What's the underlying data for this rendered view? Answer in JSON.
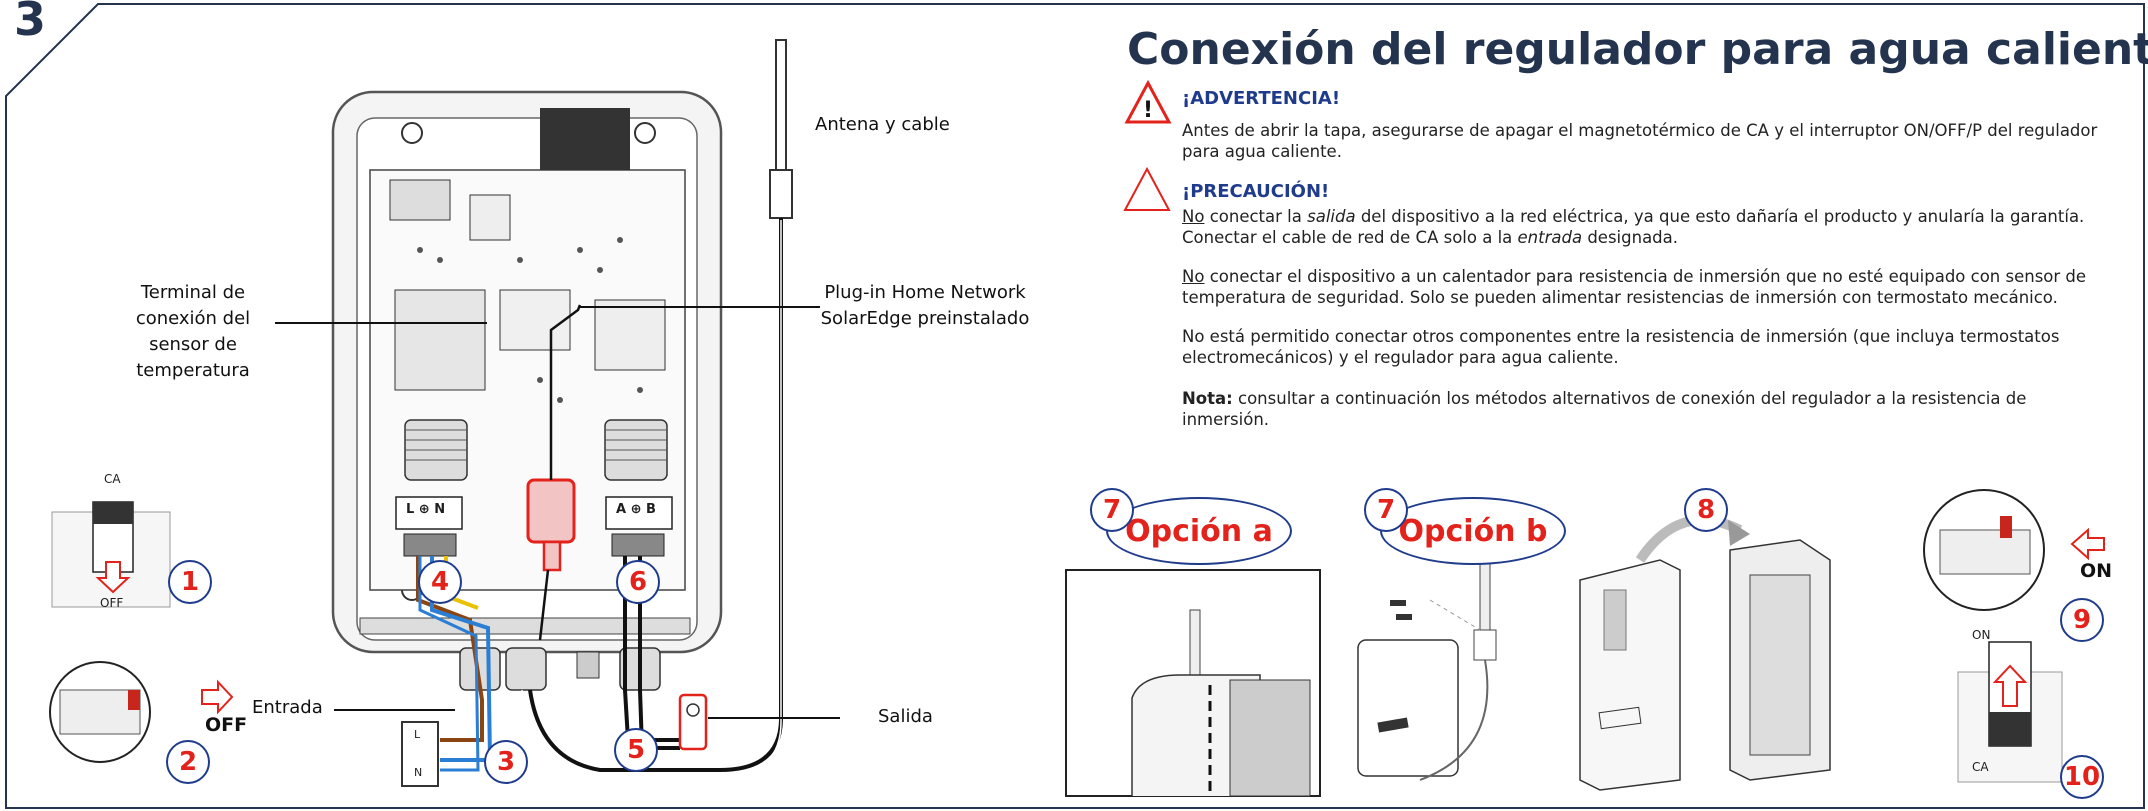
{
  "figure_number": "3",
  "title": "Conexión del regulador para agua caliente",
  "warning": {
    "heading": "¡ADVERTENCIA!",
    "text": "Antes de abrir la tapa, asegurarse de apagar el magnetotérmico de CA y el interruptor ON/OFF/P del regulador para agua caliente."
  },
  "caution": {
    "heading": "¡PRECAUCIÓN!",
    "p1_no": "No",
    "p1_a": " conectar la ",
    "p1_salida": "salida",
    "p1_b": " del dispositivo a la red eléctrica, ya que esto dañaría el producto y anularía la garantía. Conectar el cable de red de CA solo a la ",
    "p1_entrada": "entrada",
    "p1_c": " designada.",
    "p2_no": "No",
    "p2_text": " conectar el dispositivo a un calentador para resistencia de inmersión que no esté equipado con sensor de temperatura de seguridad. Solo se pueden alimentar resistencias de inmersión con termostato mecánico.",
    "p3": "No está permitido conectar otros componentes entre la resistencia de inmersión (que incluya termostatos electromecánicos) y el regulador para agua caliente.",
    "note_label": "Nota:",
    "note_text": " consultar a continuación los métodos alternativos de conexión del regulador a la resistencia de inmersión."
  },
  "labels": {
    "antenna": "Antena y cable",
    "plugin_line1": "Plug-in Home Network",
    "plugin_line2": "SolarEdge preinstalado",
    "sensor_line1": "Terminal de",
    "sensor_line2": "conexión del",
    "sensor_line3": "sensor de",
    "sensor_line4": "temperatura",
    "entrada": "Entrada",
    "salida": "Salida",
    "off_arrow": "OFF",
    "on_arrow": "ON",
    "ca_top": "CA",
    "off_breaker": "OFF",
    "on_breaker": "ON",
    "ca_bottom": "CA",
    "term_left": "L ⊕ N",
    "term_right": "A ⊕ B",
    "plug_L": "L",
    "plug_N": "N"
  },
  "callouts": [
    "1",
    "2",
    "3",
    "4",
    "5",
    "6",
    "7",
    "7",
    "8",
    "9",
    "10"
  ],
  "options": {
    "a": "Opción a",
    "b": "Opción b"
  },
  "colors": {
    "title": "#24344f",
    "accent_blue": "#1f3c8c",
    "callout_red": "#e3231b",
    "wire_brown": "#8b4513",
    "wire_blue": "#2a7fd4",
    "wire_yellow": "#e8c200"
  }
}
